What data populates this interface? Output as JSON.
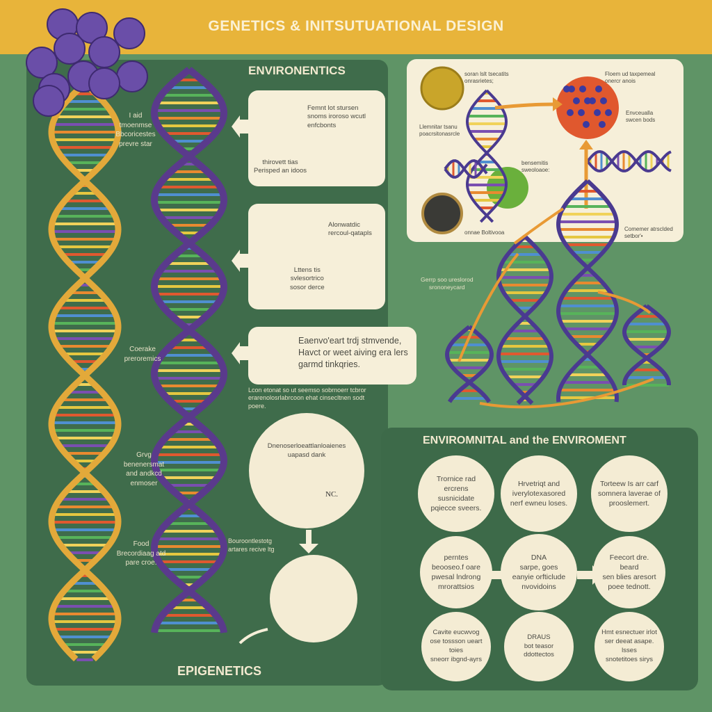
{
  "header": {
    "title": "GENETICS & INITSUTUATIONAL DESIGN"
  },
  "colors": {
    "banner": "#e8b43a",
    "background": "#5f9466",
    "panel": "#3f6c4b",
    "card": "#f6efd9",
    "gold_strand": "#e3a93a",
    "purple_strand": "#5a3a8c",
    "arrow": "#e89a35"
  },
  "left": {
    "section_title": "ENVIRONENTICS",
    "helix_labels": [
      "I aid\ntmoenmse\nBbcoricestes\nprevre star",
      "Coerake\npreroremics",
      "Grvg\nbenenersmat\nand andkcd\nenmoser",
      "Food\nBrecordiaag atd\npare croe."
    ],
    "cards": [
      {
        "text1": "Femnt lot stursen\nsnoms iroroso wcutl\nenfcbonts",
        "text2": "thirovett tias\nPerisped an idoos"
      },
      {
        "text1": "Alonwatdic\nrercoul-qatapls",
        "text2": "Lttens tis\nsvlesortrico\nsosor derce"
      },
      {
        "text1": "Eaenvo'eart trdj stmvende,\nHavct or weet aiving era lers\ngarmd tinkqries."
      }
    ],
    "note": "Lcon etonat so ut seemso sobrnoerr tcbror\nerarenolosrlabrcoon ehat cinsecltnen sodt\npoere.",
    "circle1": {
      "text": "Dnenoserloeattlanloaienes\nuapasd dank",
      "tag": "NC."
    },
    "circle2_label": "Bouroontlestotg\nartares recive ltg",
    "bottom_title": "EPIGENETICS"
  },
  "right_top": {
    "labels": [
      "soran lslt tsecatits\nonrasrietes;",
      "Floem ud taxpemeal\nonercr anois",
      "Llemnitar tsanu\npoacrsitonasrcle",
      "Envceualla\nswcen bods",
      "bensemitis\nsweoloaoe:",
      "onnae Boltivooa",
      "Comemer atrsclded\nsetbor'•"
    ],
    "lower_label": "Gerrp soo ureslorod\nsrononeycard"
  },
  "bottom_right": {
    "title": "ENVIROMNITAL and the ENVIROMENT",
    "circles": [
      "Trornice rad\nercrens susnicidate\npqiecce sveers.",
      "Hrvetriqt and\niverylotexasored\nnerf ewneu loses.",
      "Torteew Is arr carf\nsomnera laverae of\nprooslemert.",
      "perntes\nbeooseo.f oare\npwesal lndrong\nmrorattsios",
      "DNA\nsarpe, goes\neanyie orfticlude\nnvovidoins",
      "Feecort dre. beard\nsen blies aresort\npoee tednott.",
      "Cavite eucwvog\nose tossson ueart toies\nsneorr ibgnd-ayrs",
      "DRAUS\nbot teasor ddottectos",
      "Hmt esnectuer irlot\nser deeat asape. lsses\nsnotetitoes sirys"
    ]
  }
}
